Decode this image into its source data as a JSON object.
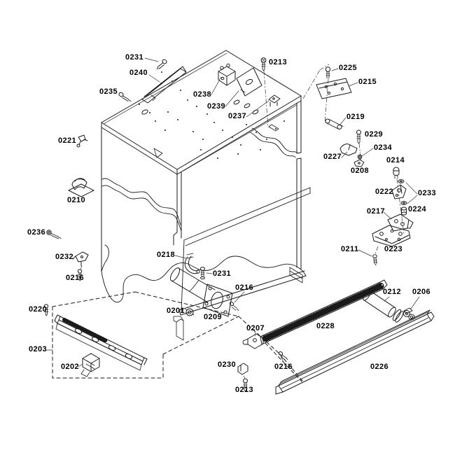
{
  "diagram": {
    "name": "appliance-cabinet-exploded-parts-diagram",
    "background_color": "#ffffff",
    "line_color": "#1a1a1a",
    "labels": [
      {
        "text": "0231"
      },
      {
        "text": "0240"
      },
      {
        "text": "0235"
      },
      {
        "text": "0238"
      },
      {
        "text": "0239"
      },
      {
        "text": "0237"
      },
      {
        "text": "0213"
      },
      {
        "text": "0225"
      },
      {
        "text": "0215"
      },
      {
        "text": "0219"
      },
      {
        "text": "0229"
      },
      {
        "text": "0234"
      },
      {
        "text": "0227"
      },
      {
        "text": "0208"
      },
      {
        "text": "0214"
      },
      {
        "text": "0222"
      },
      {
        "text": "0233"
      },
      {
        "text": "0217"
      },
      {
        "text": "0224"
      },
      {
        "text": "0211"
      },
      {
        "text": "0223"
      },
      {
        "text": "0221"
      },
      {
        "text": "0210"
      },
      {
        "text": "0236"
      },
      {
        "text": "0232"
      },
      {
        "text": "0216"
      },
      {
        "text": "0220"
      },
      {
        "text": "0203"
      },
      {
        "text": "0202"
      },
      {
        "text": "0218"
      },
      {
        "text": "0231"
      },
      {
        "text": "0216"
      },
      {
        "text": "0201"
      },
      {
        "text": "0209"
      },
      {
        "text": "0207"
      },
      {
        "text": "0228"
      },
      {
        "text": "0230"
      },
      {
        "text": "0216"
      },
      {
        "text": "0213"
      },
      {
        "text": "0212"
      },
      {
        "text": "0206"
      },
      {
        "text": "0226"
      }
    ]
  }
}
